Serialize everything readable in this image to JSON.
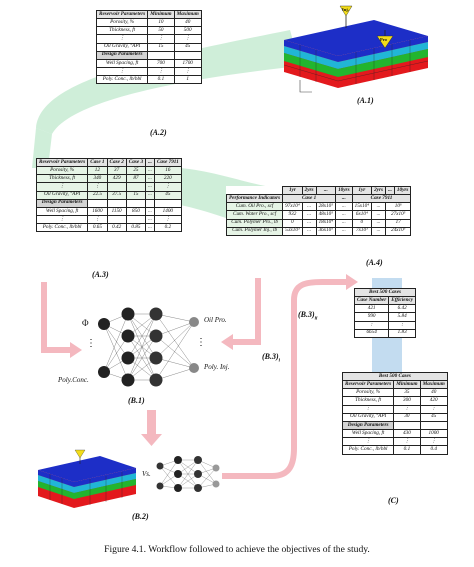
{
  "caption": "Figure 4.1. Workflow followed to achieve the objectives of the study.",
  "labels": {
    "a1": "(A.1)",
    "a2": "(A.2)",
    "a3": "(A.3)",
    "a4": "(A.4)",
    "b1": "(B.1)",
    "b2": "(B.2)",
    "b3i": "(B.3)",
    "b3i_sub": "i",
    "b3ii": "(B.3)",
    "b3ii_sub": "ii",
    "c": "(C)",
    "vs": "Vs."
  },
  "cube_tags": {
    "inj": "Inj.",
    "pro": "Pro"
  },
  "b1_nodes": {
    "phi": "Φ",
    "dots": "⋮",
    "poly_conc": "Poly.Conc.",
    "oil_pro": "Oil Pro.",
    "poly_inj": "Poly. Inj."
  },
  "table_a2": {
    "headers": [
      "Reservoir Parameters",
      "Minimum",
      "Maximum"
    ],
    "rows": [
      [
        "Porosity, %",
        "10",
        "40"
      ],
      [
        "Thickness, ft",
        "50",
        "500"
      ],
      [
        "⋮",
        "⋮",
        "⋮"
      ],
      [
        "Oil Gravity, °API",
        "15",
        "45"
      ]
    ],
    "design_header": "Design Parameters",
    "design_rows": [
      [
        "Well Spacing, ft",
        "700",
        "1700"
      ],
      [
        "⋮",
        "⋮",
        "⋮"
      ],
      [
        "Poly. Conc., lb/bbl",
        "0.1",
        "1"
      ]
    ]
  },
  "table_a3": {
    "headers": [
      "Reservoir Parameters",
      "Case 1",
      "Case 2",
      "Case 3",
      "...",
      "Case 7911"
    ],
    "rows": [
      [
        "Porosity, %",
        "12",
        "37",
        "25",
        "...",
        "16"
      ],
      [
        "Thickness, ft",
        "340",
        "429",
        "87",
        "...",
        "220"
      ],
      [
        "⋮",
        "⋮",
        "",
        "",
        "...",
        "⋮"
      ],
      [
        "Oil Gravity, °API",
        "22.5",
        "37.5",
        "15",
        "...",
        "45"
      ]
    ],
    "design_header": "Design Parameters",
    "design_rows": [
      [
        "Well Spacing, ft",
        "1600",
        "1150",
        "850",
        "...",
        "1400"
      ],
      [
        "⋮",
        "⋮",
        "",
        "",
        "...",
        "⋮"
      ],
      [
        "Poly. Conc., lb/bbl",
        "0.65",
        "0.42",
        "0.85",
        "...",
        "0.2"
      ]
    ]
  },
  "table_a4": {
    "top_headers": [
      "1yr",
      "2yrs",
      "...",
      "10yrs",
      "1yr",
      "2yrs",
      "...",
      "10yrs"
    ],
    "sub_headers": [
      "Performance Indicators",
      "Case 1",
      "...",
      "Case 7911"
    ],
    "rows": [
      [
        "Cum. Oil Pro., scf",
        "97x10⁴",
        "...",
        "28x10⁵",
        "...",
        "15x10⁴",
        "...",
        "10⁶"
      ],
      [
        "Cum. Water Pro., scf",
        "932",
        "...",
        "48x10⁵",
        "...",
        "6x10⁴",
        "...",
        "27x10⁵"
      ],
      [
        "Cum. Polymer Pro., lb",
        "0",
        "...",
        "18x10⁴",
        "...",
        "0",
        "...",
        "17"
      ],
      [
        "Cum. Polymer Inj., lb",
        "53x10³",
        "...",
        "36x10⁵",
        "...",
        "7x10³",
        "...",
        "24x10⁵"
      ]
    ]
  },
  "table_best": {
    "title": "Best 500 Cases",
    "headers": [
      "Case Number",
      "Efficiency"
    ],
    "rows": [
      [
        "421",
        "6.42"
      ],
      [
        "990",
        "5.84"
      ],
      [
        "⋮",
        "⋮"
      ],
      [
        "6654",
        "1.83"
      ]
    ]
  },
  "table_c": {
    "title": "Best 500 Cases",
    "headers": [
      "Reservoir Parameters",
      "Minimum",
      "Maximum"
    ],
    "rows": [
      [
        "Porosity, %",
        "35",
        "40"
      ],
      [
        "Thickness, ft",
        "300",
        "420"
      ],
      [
        "⋮",
        "⋮",
        "⋮"
      ],
      [
        "Oil Gravity, °API",
        "30",
        "45"
      ]
    ],
    "design_header": "Design Parameters",
    "design_rows": [
      [
        "Well Spacing, ft",
        "430",
        "1000"
      ],
      [
        "⋮",
        "⋮",
        "⋮"
      ],
      [
        "Poly. Conc., lb/bbl",
        "0.1",
        "0.4"
      ]
    ]
  },
  "colors": {
    "arrow_pink": "#f4b8bf",
    "band_green": "#bfe8cc",
    "band_blue": "#a9cdea",
    "layer_blue": "#1d2ec7",
    "layer_cyan": "#21b6d6",
    "layer_green": "#22b52e",
    "layer_red": "#e3191d",
    "well_yellow": "#f2dc1a"
  }
}
